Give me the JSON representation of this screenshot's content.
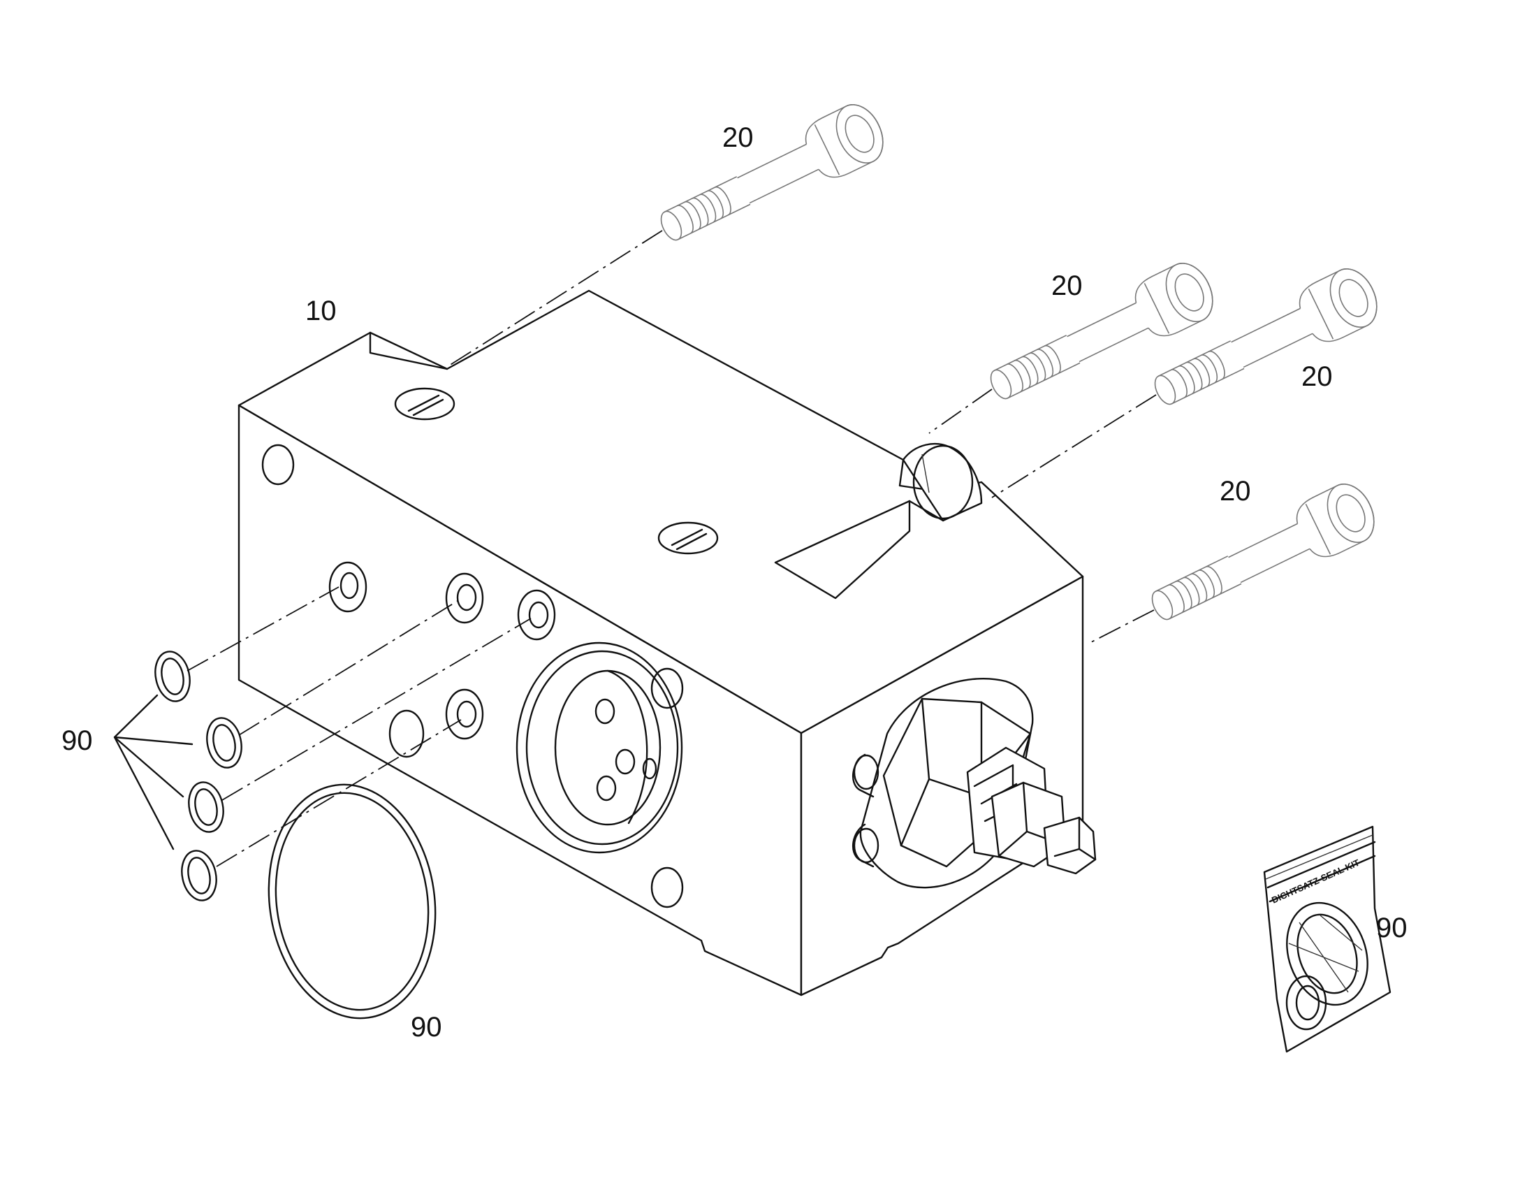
{
  "drawing": {
    "type": "exploded-parts-diagram",
    "callouts": {
      "housing": "10",
      "screw_1": "20",
      "screw_2": "20",
      "screw_3": "20",
      "screw_4": "20",
      "seals_left": "90",
      "seal_large": "90",
      "seal_kit": "90"
    },
    "seal_kit_label": "DICHTSATZ-SEAL KIT",
    "colors": {
      "line": "#111111",
      "background": "#ffffff",
      "leader_line": "#777777"
    },
    "icons": [
      "cap-screw-icon",
      "o-ring-icon",
      "valve-housing-icon",
      "seal-kit-bag-icon"
    ]
  }
}
